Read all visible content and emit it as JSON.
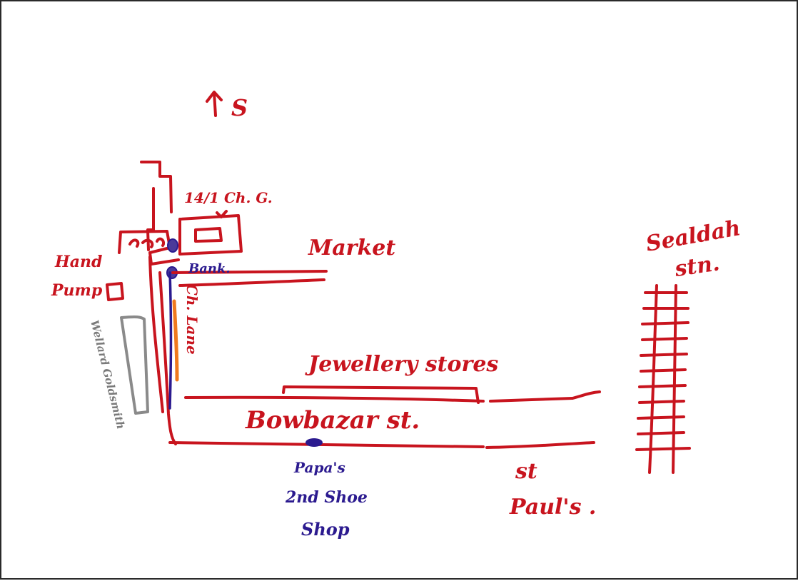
{
  "map": {
    "compass": "S",
    "labels": {
      "chg": "14/1 Ch. G.",
      "market": "Market",
      "sealdah_1": "Sealdah",
      "sealdah_2": "stn.",
      "hand_1": "Hand",
      "hand_2": "Pump",
      "bank": "Bank.",
      "ch_lane": "Ch. Lane",
      "wellard": "Wellard Goldsmith",
      "jewellery": "Jewellery stores",
      "bowbazar": "Bowbazar st.",
      "papa_1": "Papa's",
      "papa_2": "2nd Shoe",
      "papa_3": "Shop",
      "stpaul_1": "st",
      "stpaul_2": "Paul's ."
    },
    "colors": {
      "red_ink": "#c8141e",
      "blue_ink": "#2b1a8f",
      "gray_ink": "#8a8a8a",
      "orange_ink": "#f07a1e"
    }
  }
}
